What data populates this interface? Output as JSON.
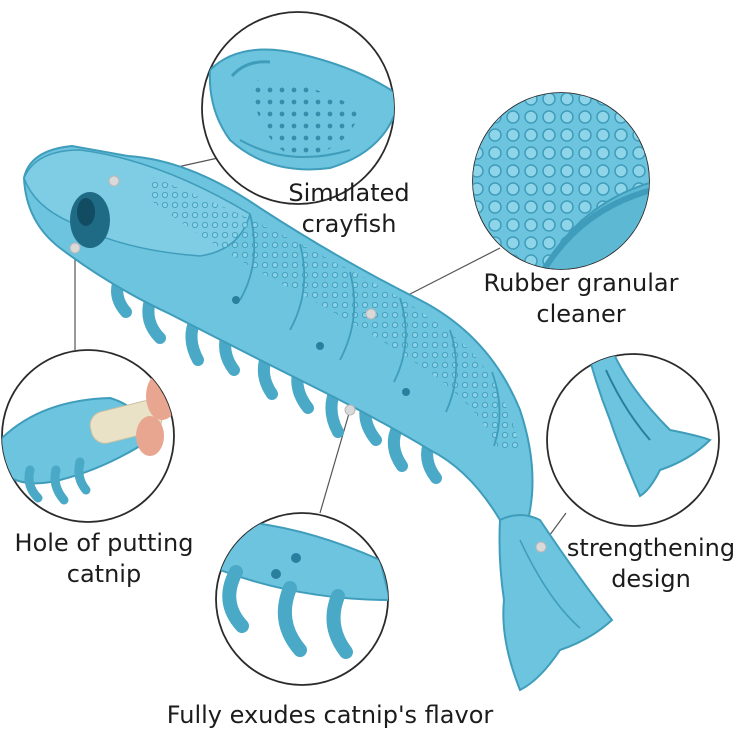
{
  "product": {
    "toy": "blue crayfish-shaped rubber cat chew toy",
    "colors": {
      "toy_blue": "#6cc4de",
      "toy_shadow": "#3f9dbb",
      "toy_highlight": "#9adbee",
      "toy_dark": "#2a7f9e",
      "callout_ring": "#2b2b2b",
      "leader_line": "#555555",
      "dot_marker": "#d9d9d9",
      "text": "#1c1c1c",
      "catnip_tube": "#e9e2c7",
      "fingers": "#e8a58f"
    }
  },
  "callouts": {
    "crayfish": {
      "line1": "Simulated",
      "line2": "crayfish"
    },
    "rubber": {
      "line1": "Rubber granular",
      "line2": "cleaner"
    },
    "hole": {
      "line1": "Hole of putting",
      "line2": "catnip"
    },
    "strength": {
      "line1": "strengthening",
      "line2": "design"
    },
    "flavor": {
      "line1": "Fully exudes catnip's flavor"
    }
  }
}
